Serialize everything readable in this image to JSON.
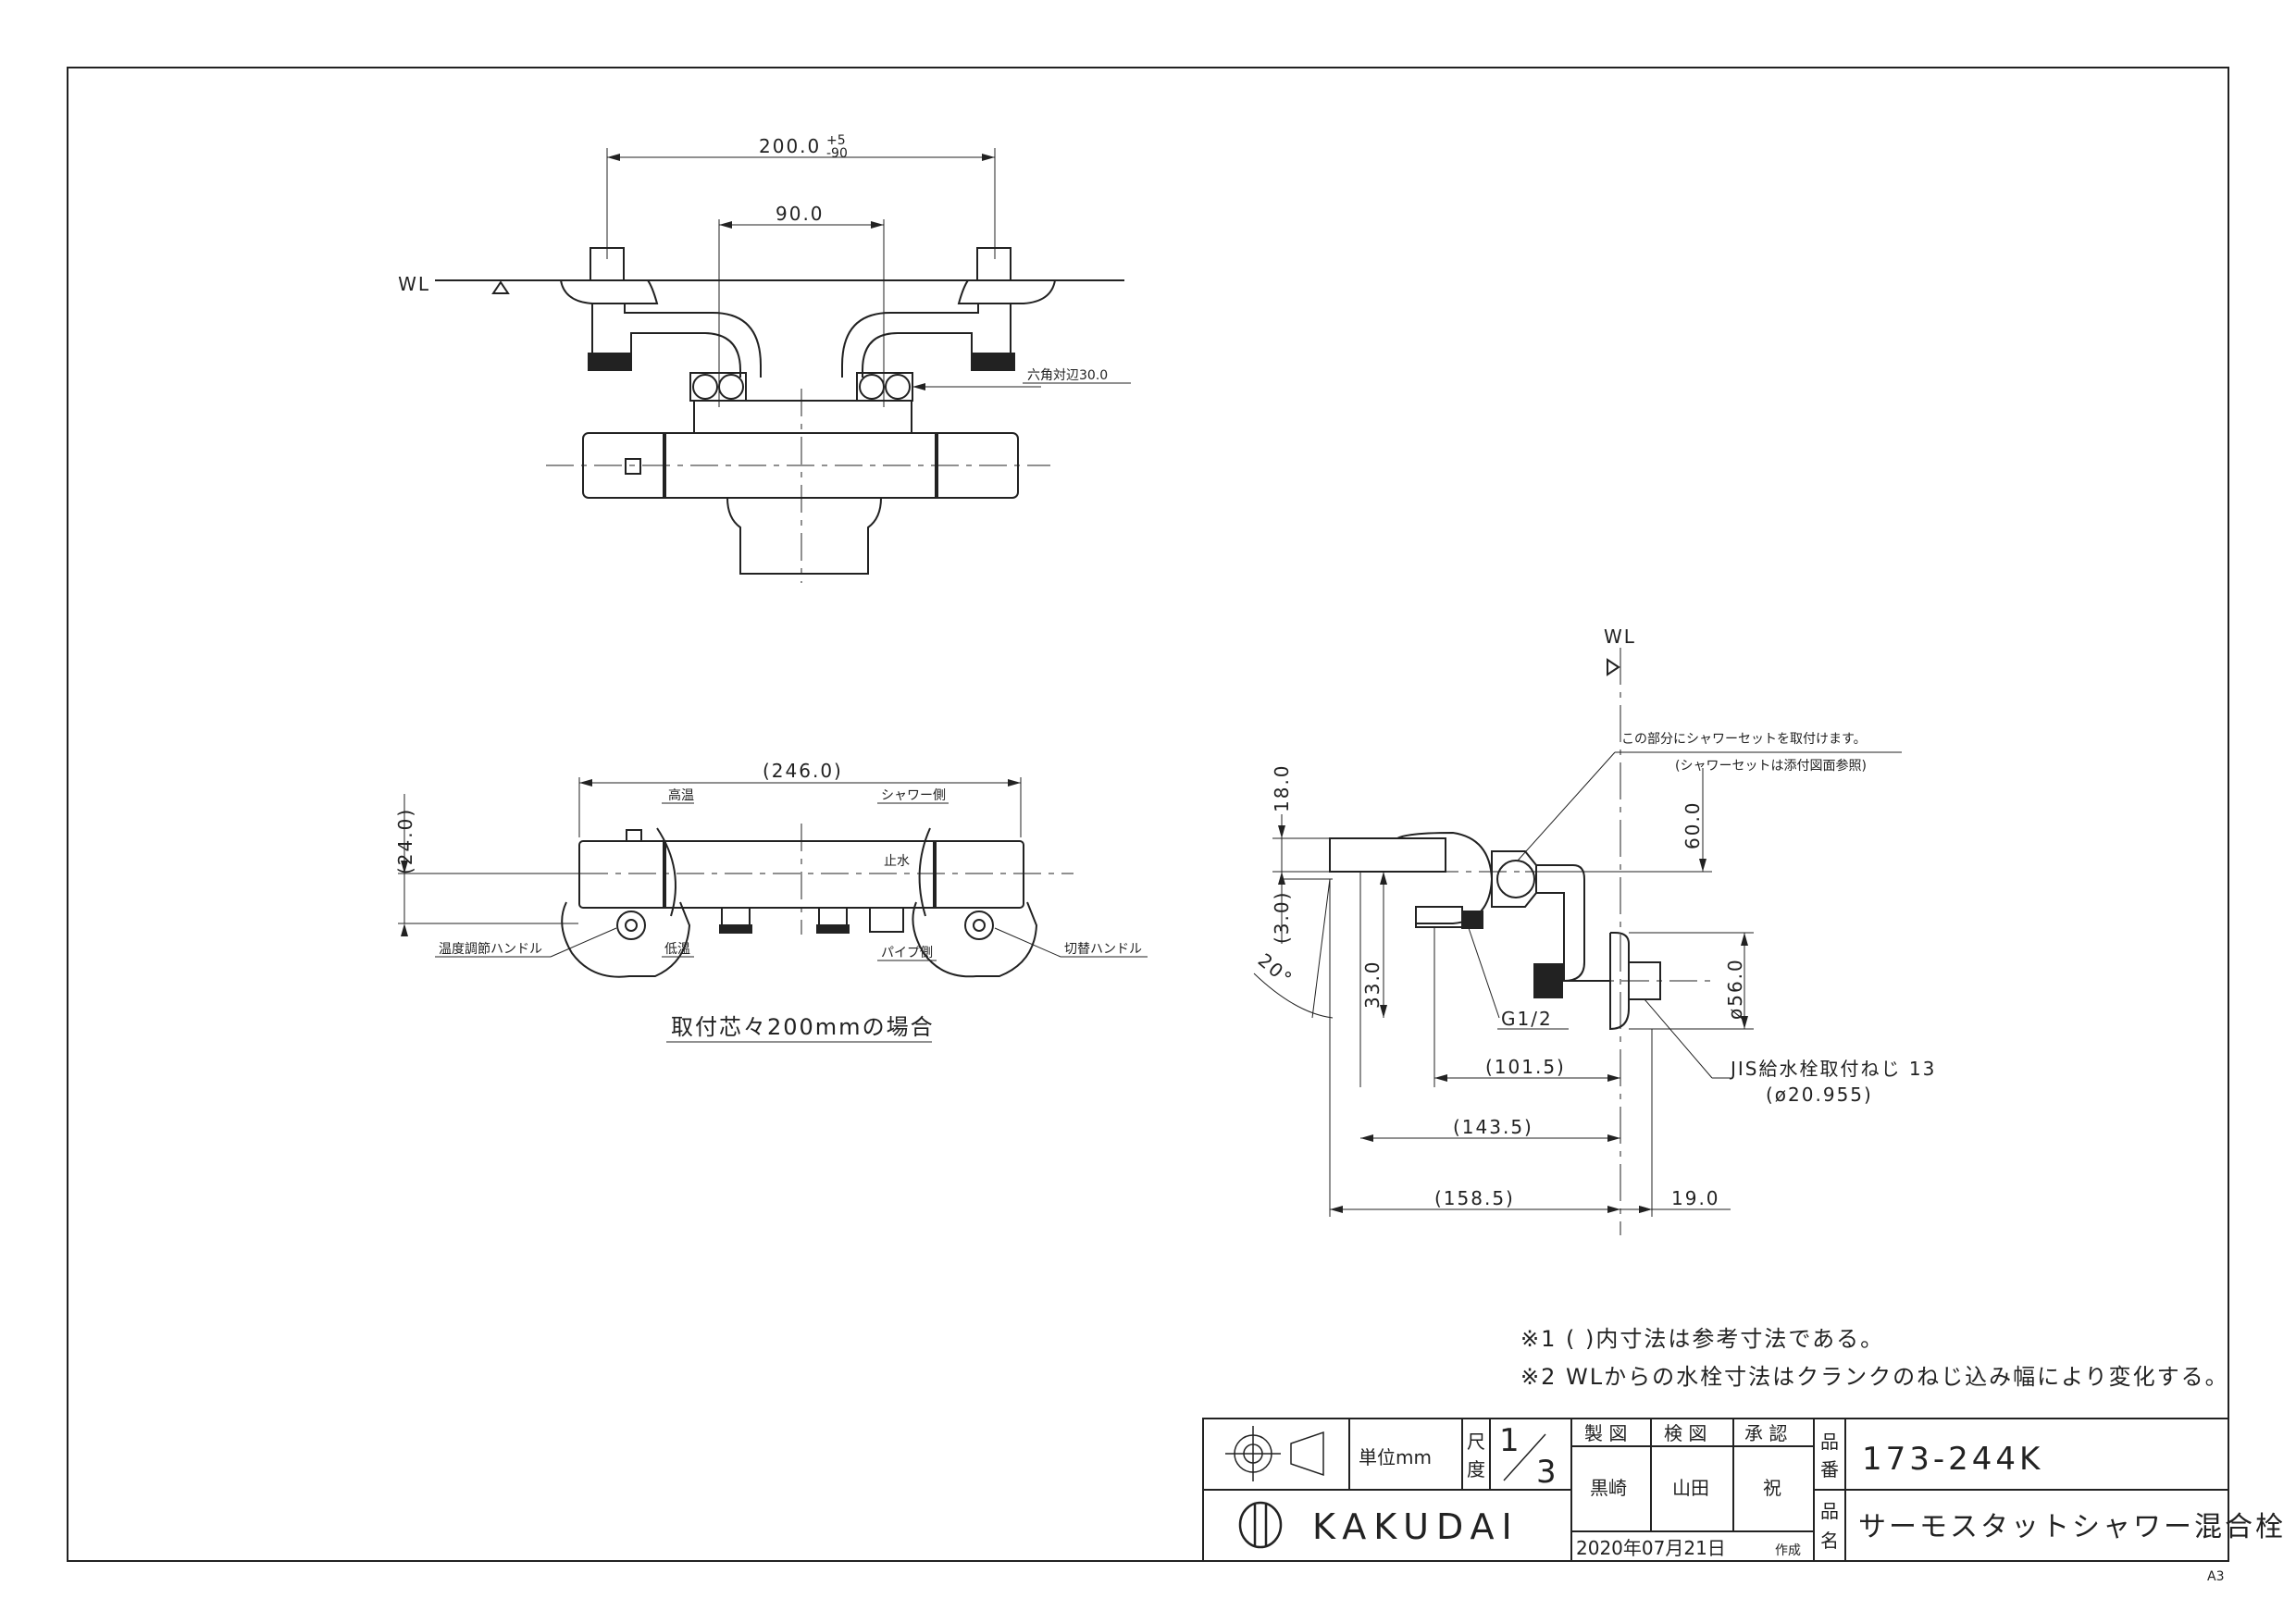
{
  "top_view": {
    "wl_label": "WL",
    "dim_width": "200.0",
    "dim_tol_plus": "+5",
    "dim_tol_minus": "-90",
    "dim_inner": "90.0",
    "hex_label": "六角対辺30.0"
  },
  "front_view": {
    "dim_total": "(246.0)",
    "dim_height": "(24.0)",
    "label_hot": "高温",
    "label_shower": "シャワー側",
    "label_stop": "止水",
    "label_temp_handle": "温度調節ハンドル",
    "label_cold": "低温",
    "label_pipe": "パイプ側",
    "label_switch_handle": "切替ハンドル",
    "caption": "取付芯々200mmの場合"
  },
  "side_view": {
    "wl_label": "WL",
    "note_shower_1": "この部分にシャワーセットを取付けます。",
    "note_shower_2": "(シャワーセットは添付図面参照)",
    "dim_18": "18.0",
    "dim_3": "(3.0)",
    "dim_60": "60.0",
    "dim_angle": "20°",
    "dim_33": "33.0",
    "label_g12": "G1/2",
    "dim_56": "ø56.0",
    "dim_1015": "(101.5)",
    "label_jis": "JIS給水栓取付ねじ 13",
    "label_jis_dia": "(ø20.955)",
    "dim_1435": "(143.5)",
    "dim_1585": "(158.5)",
    "dim_19": "19.0"
  },
  "notes": [
    "※1 ( )内寸法は参考寸法である。",
    "※2 WLからの水栓寸法はクランクのねじ込み幅により変化する。"
  ],
  "title_block": {
    "unit": "単位mm",
    "scale_label_1": "尺",
    "scale_label_2": "度",
    "scale_num": "1",
    "scale_den": "3",
    "col_drawn": "製 図",
    "col_checked": "検 図",
    "col_approved": "承 認",
    "drawn_by": "黒崎",
    "checked_by": "山田",
    "approved_by": "祝",
    "part_no_label_1": "品",
    "part_no_label_2": "番",
    "part_no": "173-244K",
    "name_label_1": "品",
    "name_label_2": "名",
    "product_name": "サーモスタットシャワー混合栓",
    "brand": "KAKUDAI",
    "date": "2020年07月21日",
    "date_suffix": "作成",
    "paper_size": "A3"
  }
}
